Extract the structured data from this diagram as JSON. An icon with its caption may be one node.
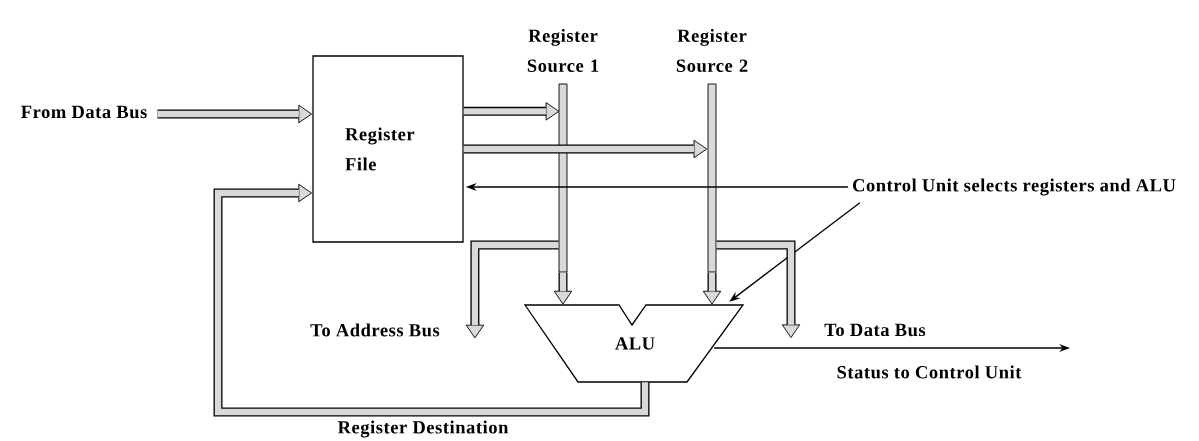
{
  "diagram": {
    "nodes": [
      {
        "text": [
          "Register File"
        ]
      },
      {
        "text": [
          "ALU"
        ]
      },
      {
        "text": [
          "From Data Bus"
        ]
      },
      {
        "text": [
          "Register Source 1"
        ]
      },
      {
        "text": [
          "Register Source 2"
        ]
      },
      {
        "text": [
          "Control Unit selects registers and ALU"
        ]
      },
      {
        "text": [
          "To Address Bus"
        ]
      },
      {
        "text": [
          "To Data Bus"
        ]
      }
    ],
    "edges": [
      {
        "from": 2,
        "to": 0,
        "arrow": "to"
      },
      {
        "from": 0,
        "to": 3,
        "arrow": "to"
      },
      {
        "from": 0,
        "to": 4,
        "arrow": "to"
      },
      {
        "from": 5,
        "to": 0,
        "arrow": "to",
        "color": "#000000"
      },
      {
        "from": 5,
        "to": 1,
        "arrow": "to",
        "color": "#000000"
      },
      {
        "from": 3,
        "to": 1,
        "arrow": "to"
      },
      {
        "from": 4,
        "to": 1,
        "arrow": "to"
      },
      {
        "from": 3,
        "to": 6,
        "arrow": "to"
      },
      {
        "from": 4,
        "to": 7,
        "arrow": "to"
      },
      {
        "from": 1,
        "to": null,
        "arrow": "to",
        "label": "Status to Control Unit",
        "color": "#000000"
      },
      {
        "from": 1,
        "to": 0,
        "arrow": "to",
        "label": "Register Destination"
      }
    ]
  }
}
